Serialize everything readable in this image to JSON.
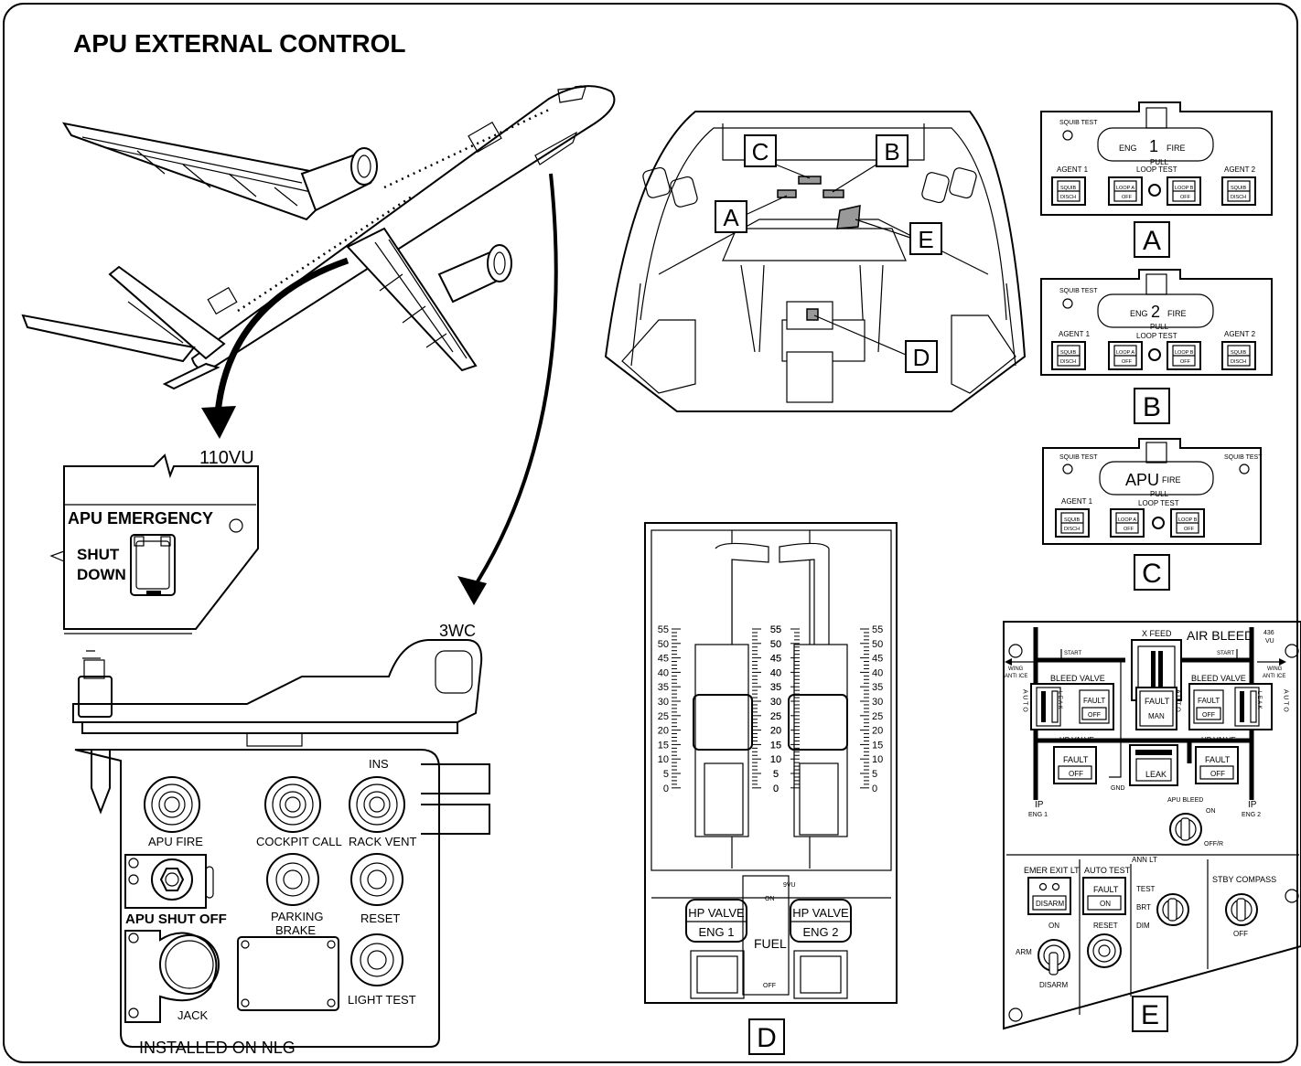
{
  "title": "APU EXTERNAL CONTROL",
  "panel_110vu": {
    "id": "110VU",
    "heading": "APU EMERGENCY",
    "label_line1": "SHUT",
    "label_line2": "DOWN"
  },
  "panel_3wc": {
    "id": "3WC",
    "ins": "INS",
    "apu_fire": "APU FIRE",
    "cockpit_call": "COCKPIT CALL",
    "rack_vent": "RACK VENT",
    "apu_shut_off": "APU SHUT OFF",
    "parking_line1": "PARKING",
    "parking_line2": "BRAKE",
    "reset": "RESET",
    "light_test": "LIGHT TEST",
    "jack": "JACK",
    "installed": "INSTALLED ON NLG"
  },
  "cockpit_callouts": [
    "A",
    "B",
    "C",
    "D",
    "E"
  ],
  "fire_panels": [
    {
      "letter": "A",
      "eng": "ENG",
      "num": "1",
      "fire": "FIRE",
      "pull": "PULL",
      "squib_left": "SQUIB TEST",
      "squib_right": "",
      "agent1": "AGENT 1",
      "agent2": "AGENT 2",
      "loop_test": "LOOP TEST",
      "squib": "SQUIB",
      "disch": "DISCH",
      "loop_a": "LOOP A",
      "loop_b": "LOOP B",
      "off": "OFF"
    },
    {
      "letter": "B",
      "eng": "ENG",
      "num": "2",
      "fire": "FIRE",
      "pull": "PULL",
      "squib_left": "SQUIB TEST",
      "squib_right": "",
      "agent1": "AGENT 1",
      "agent2": "AGENT 2",
      "loop_test": "LOOP TEST",
      "squib": "SQUIB",
      "disch": "DISCH",
      "loop_a": "LOOP A",
      "loop_b": "LOOP B",
      "off": "OFF"
    },
    {
      "letter": "C",
      "eng": "",
      "num": "APU",
      "fire": "FIRE",
      "pull": "PULL",
      "squib_left": "SQUIB TEST",
      "squib_right": "SQUIB TEST",
      "agent1": "AGENT 1",
      "agent2": "",
      "loop_test": "LOOP TEST",
      "squib": "SQUIB",
      "disch": "DISCH",
      "loop_a": "LOOP A",
      "loop_b": "LOOP B",
      "off": "OFF"
    }
  ],
  "pedestal_d": {
    "letter": "D",
    "scale": [
      "55",
      "50",
      "45",
      "40",
      "35",
      "30",
      "25",
      "20",
      "15",
      "10",
      "5",
      "0"
    ],
    "vu": "9VU",
    "on": "ON",
    "off": "OFF",
    "fuel": "FUEL",
    "hp_valve": "HP VALVE",
    "eng1": "ENG 1",
    "eng2": "ENG 2"
  },
  "panel_e": {
    "letter": "E",
    "air_bleed": "AIR BLEED",
    "vu": "436",
    "vu2": "VU",
    "x_feed": "X FEED",
    "start": "START",
    "wing": "WING",
    "anti_ice": "ANTI ICE",
    "bleed_valve": "BLEED VALVE",
    "auto": "A U T O",
    "leak_v": "L E A K",
    "fault": "FAULT",
    "off": "OFF",
    "man": "MAN",
    "hp_valve": "HP VALVE",
    "leak": "LEAK",
    "gnd": "GND",
    "apu_bleed": "APU BLEED",
    "on": "ON",
    "off_r": "OFF/R",
    "ip": "IP",
    "eng1": "ENG 1",
    "eng2": "ENG 2",
    "ann_lt": "ANN LT",
    "emer_exit_lt": "EMER EXIT LT",
    "disarm": "DISARM",
    "auto_test": "AUTO TEST",
    "reset": "RESET",
    "test": "TEST",
    "brt": "BRT",
    "dim": "DIM",
    "stby_compass": "STBY COMPASS",
    "arm": "ARM"
  }
}
